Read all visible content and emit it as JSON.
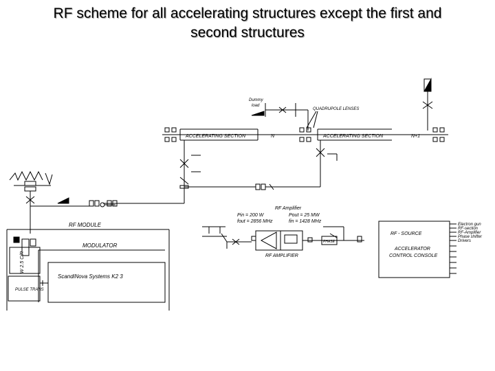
{
  "slide": {
    "title_line1": "RF scheme for all accelerating structures except the first and",
    "title_line2": "second structures"
  },
  "diagram": {
    "dummy_load": "Dummy load",
    "quadrupole_lenses": "QUADRUPOLE LENSES",
    "accelerating_section_1": "ACCELERATING SECTION",
    "section_n": "N",
    "accelerating_section_2": "ACCELERATING SECTION",
    "section_n_plus_1": "N+1",
    "rf_amplifier": "RF Amplifier",
    "p_in": "Pin = 200 W",
    "p_out": "Pout = 25 MW",
    "f_in": "fout = 2856 MHz",
    "f_out": "fin = 1428 MHz",
    "rf_module": "RF MODULE",
    "modulator": "MODULATOR",
    "scandinova": "ScandiNova Systems K2 3",
    "pulse_trans": "PULSE TRANS",
    "cap_label": "W 2.5 C/R",
    "rf_amplifier_bottom": "RF AMPLIFIER",
    "control_box_label": "PHASE",
    "rf_source": "RF - SOURCE",
    "accelerator_control_console": "ACCELERATOR CONTROL CONSOLE",
    "console_outputs": [
      "Electron gun",
      "RF-section",
      "RF-Amplifier",
      "Phase shifter",
      "Drivers"
    ]
  }
}
